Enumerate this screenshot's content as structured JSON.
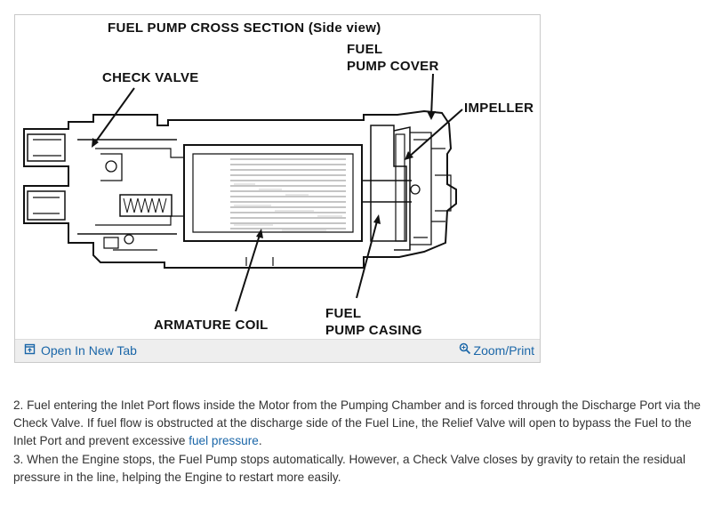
{
  "figure": {
    "title": "FUEL PUMP CROSS SECTION (Side view)",
    "labels": {
      "fuel_pump_cover_1": "FUEL",
      "fuel_pump_cover_2": "PUMP COVER",
      "check_valve": "CHECK VALVE",
      "impeller": "IMPELLER",
      "armature_coil": "ARMATURE COIL",
      "fuel_pump_casing_1": "FUEL",
      "fuel_pump_casing_2": "PUMP CASING"
    }
  },
  "toolbar": {
    "open_tab_label": "Open In New Tab",
    "zoom_label": "Zoom/Print"
  },
  "article": {
    "para2_before": " 2. Fuel entering the Inlet Port flows inside the Motor from the Pumping Chamber and is forced through the Discharge Port via the Check Valve. If fuel flow is obstructed at the discharge side of the Fuel Line, the Relief Valve will open to bypass the Fuel to the Inlet Port and prevent excessive ",
    "para2_link": "fuel pressure",
    "para2_after": ".",
    "para3": " 3. When the Engine stops, the Fuel Pump stops automatically. However, a Check Valve closes by gravity to retain the residual pressure in the line, helping the Engine to restart more easily."
  },
  "colors": {
    "link": "#1a66a8",
    "body_text": "#333333",
    "caption_bg": "#eeeeee"
  },
  "icons": {
    "open_tab": "open-new-tab-icon",
    "zoom": "magnifier-icon"
  }
}
